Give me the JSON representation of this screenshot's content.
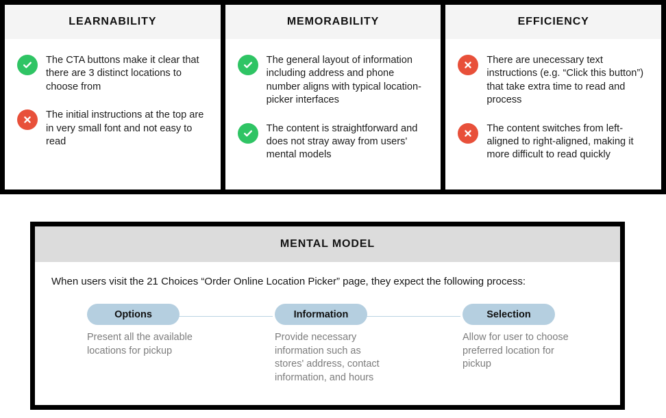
{
  "cards": [
    {
      "title": "LEARNABILITY",
      "bullets": [
        {
          "type": "pro",
          "icon": "check-circle-icon",
          "text": "The CTA buttons make it clear that there are 3 distinct locations to choose from"
        },
        {
          "type": "con",
          "icon": "x-circle-icon",
          "text": "The initial instructions at the top are in very small font and not easy to read"
        }
      ]
    },
    {
      "title": "MEMORABILITY",
      "bullets": [
        {
          "type": "pro",
          "icon": "check-circle-icon",
          "text": "The general layout of information including address and phone number aligns with typical location-picker interfaces"
        },
        {
          "type": "pro",
          "icon": "check-circle-icon",
          "text": "The content is straightforward and does not stray away from users' mental models"
        }
      ]
    },
    {
      "title": "EFFICIENCY",
      "bullets": [
        {
          "type": "con",
          "icon": "x-circle-icon",
          "text": "There are unecessary text instructions (e.g. “Click this button”) that take extra time to read and process"
        },
        {
          "type": "con",
          "icon": "x-circle-icon",
          "text": "The content switches from left-aligned to right-aligned, making it more difficult to read quickly"
        }
      ]
    }
  ],
  "mental_model": {
    "title": "MENTAL MODEL",
    "intro": "When users visit the 21 Choices “Order Online Location Picker” page, they expect the following process:",
    "steps": [
      {
        "label": "Options",
        "description": "Present all the available locations for pickup"
      },
      {
        "label": "Information",
        "description": "Provide necessary information such as stores' address, contact information, and hours"
      },
      {
        "label": "Selection",
        "description": "Allow for user to choose preferred location for pickup"
      }
    ]
  },
  "colors": {
    "pro": "#2fc464",
    "con": "#e8503a",
    "pill": "#b5cfe0",
    "connector": "#b9d3e3",
    "card_header_bg": "#f4f4f4",
    "panel_header_bg": "#dcdcdc",
    "border": "#000000"
  }
}
